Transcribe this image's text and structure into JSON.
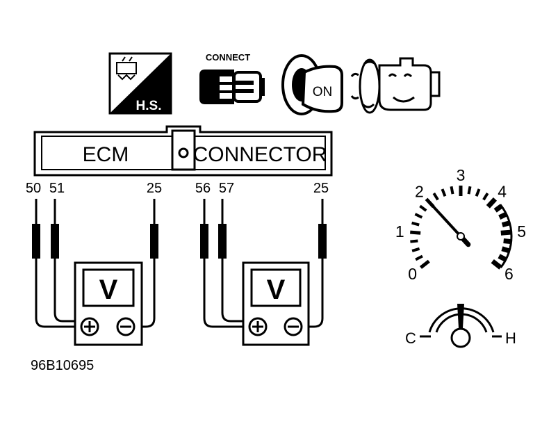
{
  "icons": {
    "hot_start_badge": "H.S.",
    "connect_label": "CONNECT",
    "ignition_key_label": "ON"
  },
  "ecm_connector": {
    "left_label": "ECM",
    "right_label": "CONNECTOR"
  },
  "meter_left": {
    "terminals": [
      "50",
      "51",
      "25"
    ],
    "display": "V"
  },
  "meter_right": {
    "terminals": [
      "56",
      "57",
      "25"
    ],
    "display": "V"
  },
  "tachometer": {
    "scale_labels": [
      "0",
      "1",
      "2",
      "3",
      "4",
      "5",
      "6"
    ],
    "needle_value": 2
  },
  "temperature_gauge": {
    "cold_label": "C",
    "hot_label": "H"
  },
  "figure_id": "96B10695"
}
